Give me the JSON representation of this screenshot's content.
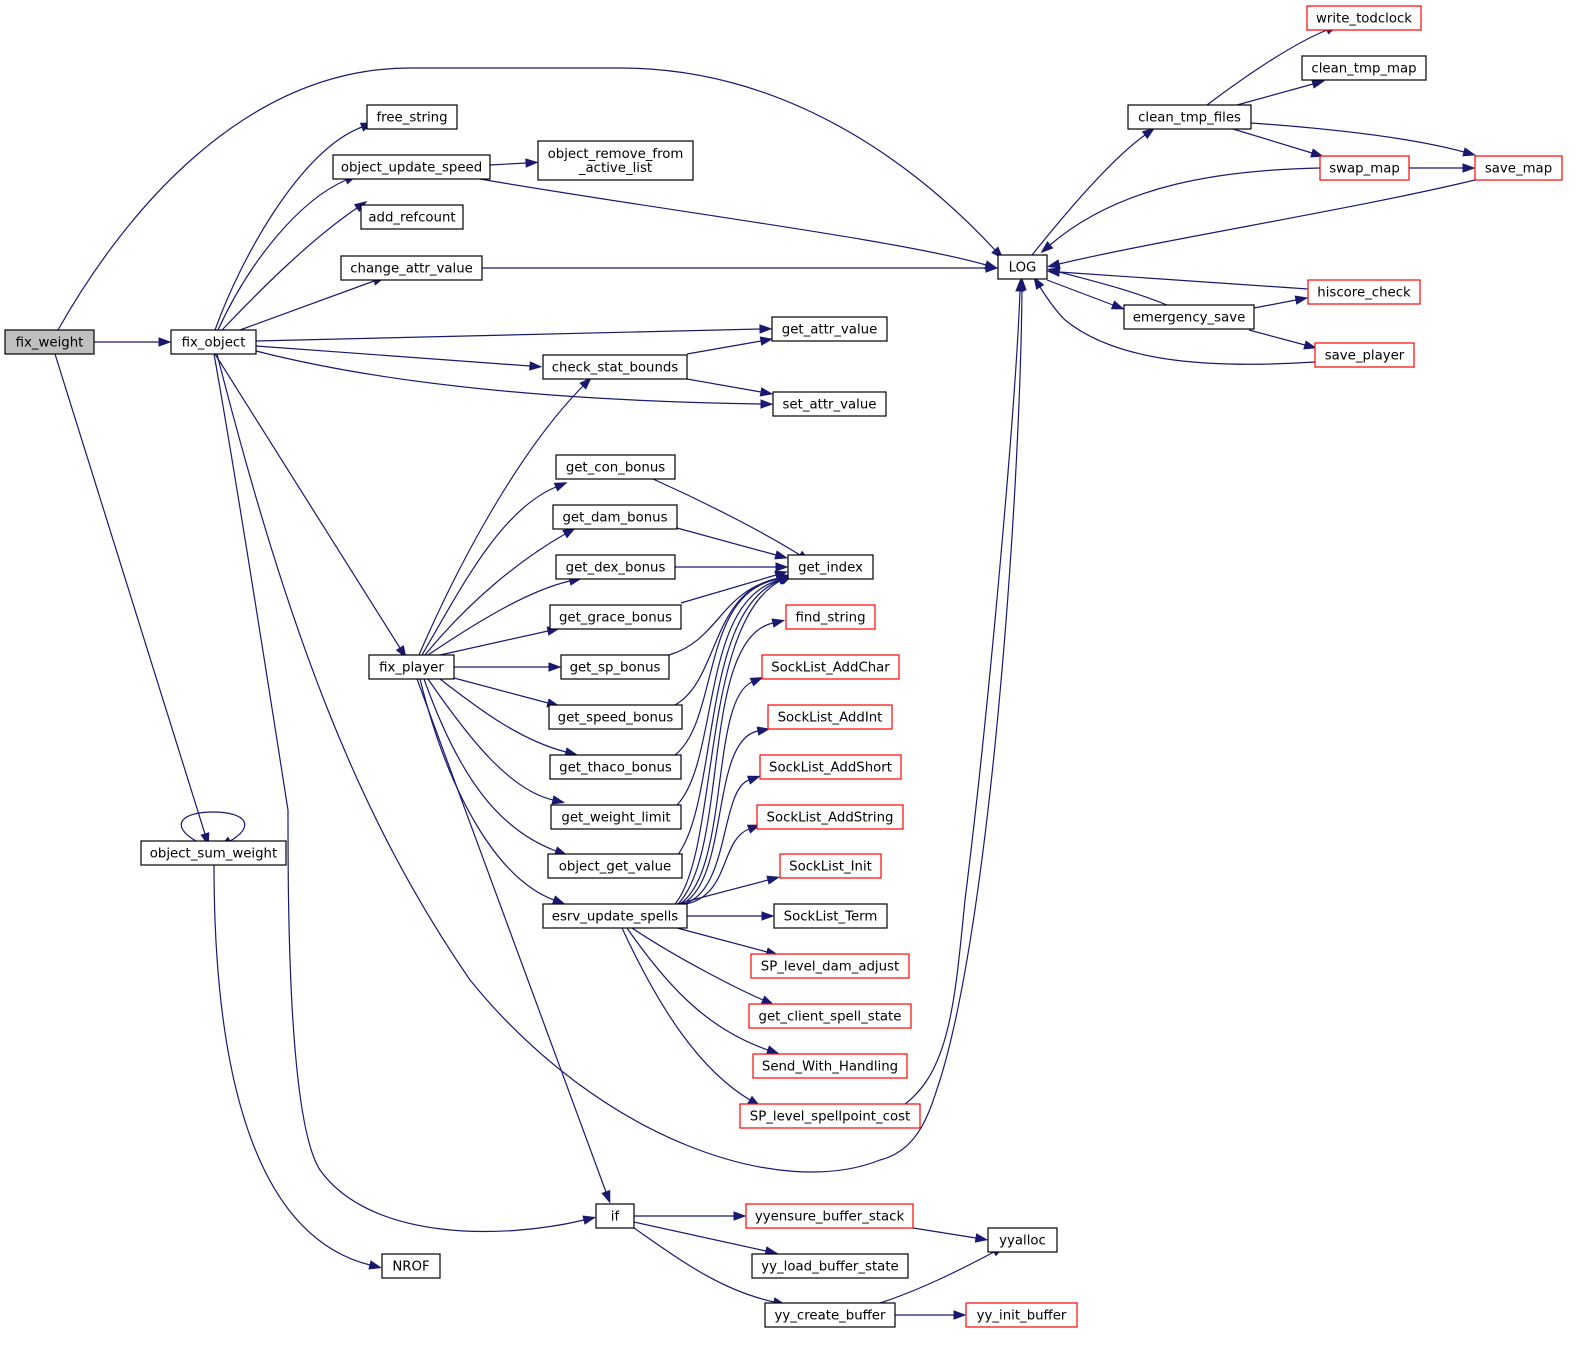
{
  "colors": {
    "edge": "#191970",
    "node_border": "#000000",
    "node_border_undocumented": "#ff0000",
    "node_fill": "#ffffff",
    "root_fill": "#bfbfbf"
  },
  "nodes": [
    {
      "id": "fix_weight",
      "lines": [
        "fix_weight"
      ],
      "style": "root"
    },
    {
      "id": "fix_object",
      "lines": [
        "fix_object"
      ],
      "style": "normal"
    },
    {
      "id": "object_sum_weight",
      "lines": [
        "object_sum_weight"
      ],
      "style": "normal"
    },
    {
      "id": "LOG",
      "lines": [
        "LOG"
      ],
      "style": "normal"
    },
    {
      "id": "free_string",
      "lines": [
        "free_string"
      ],
      "style": "normal"
    },
    {
      "id": "object_update_speed",
      "lines": [
        "object_update_speed"
      ],
      "style": "normal"
    },
    {
      "id": "object_remove_from_active_list",
      "lines": [
        "object_remove_from",
        "_active_list"
      ],
      "style": "normal"
    },
    {
      "id": "add_refcount",
      "lines": [
        "add_refcount"
      ],
      "style": "normal"
    },
    {
      "id": "change_attr_value",
      "lines": [
        "change_attr_value"
      ],
      "style": "normal"
    },
    {
      "id": "get_attr_value",
      "lines": [
        "get_attr_value"
      ],
      "style": "normal"
    },
    {
      "id": "check_stat_bounds",
      "lines": [
        "check_stat_bounds"
      ],
      "style": "normal"
    },
    {
      "id": "set_attr_value",
      "lines": [
        "set_attr_value"
      ],
      "style": "normal"
    },
    {
      "id": "fix_player",
      "lines": [
        "fix_player"
      ],
      "style": "normal"
    },
    {
      "id": "get_con_bonus",
      "lines": [
        "get_con_bonus"
      ],
      "style": "normal"
    },
    {
      "id": "get_dam_bonus",
      "lines": [
        "get_dam_bonus"
      ],
      "style": "normal"
    },
    {
      "id": "get_dex_bonus",
      "lines": [
        "get_dex_bonus"
      ],
      "style": "normal"
    },
    {
      "id": "get_grace_bonus",
      "lines": [
        "get_grace_bonus"
      ],
      "style": "normal"
    },
    {
      "id": "get_sp_bonus",
      "lines": [
        "get_sp_bonus"
      ],
      "style": "normal"
    },
    {
      "id": "get_speed_bonus",
      "lines": [
        "get_speed_bonus"
      ],
      "style": "normal"
    },
    {
      "id": "get_thaco_bonus",
      "lines": [
        "get_thaco_bonus"
      ],
      "style": "normal"
    },
    {
      "id": "get_weight_limit",
      "lines": [
        "get_weight_limit"
      ],
      "style": "normal"
    },
    {
      "id": "object_get_value",
      "lines": [
        "object_get_value"
      ],
      "style": "normal"
    },
    {
      "id": "esrv_update_spells",
      "lines": [
        "esrv_update_spells"
      ],
      "style": "normal"
    },
    {
      "id": "get_index",
      "lines": [
        "get_index"
      ],
      "style": "normal"
    },
    {
      "id": "find_string",
      "lines": [
        "find_string"
      ],
      "style": "red"
    },
    {
      "id": "SockList_AddChar",
      "lines": [
        "SockList_AddChar"
      ],
      "style": "red"
    },
    {
      "id": "SockList_AddInt",
      "lines": [
        "SockList_AddInt"
      ],
      "style": "red"
    },
    {
      "id": "SockList_AddShort",
      "lines": [
        "SockList_AddShort"
      ],
      "style": "red"
    },
    {
      "id": "SockList_AddString",
      "lines": [
        "SockList_AddString"
      ],
      "style": "red"
    },
    {
      "id": "SockList_Init",
      "lines": [
        "SockList_Init"
      ],
      "style": "red"
    },
    {
      "id": "SockList_Term",
      "lines": [
        "SockList_Term"
      ],
      "style": "normal"
    },
    {
      "id": "SP_level_dam_adjust",
      "lines": [
        "SP_level_dam_adjust"
      ],
      "style": "red"
    },
    {
      "id": "get_client_spell_state",
      "lines": [
        "get_client_spell_state"
      ],
      "style": "red"
    },
    {
      "id": "Send_With_Handling",
      "lines": [
        "Send_With_Handling"
      ],
      "style": "red"
    },
    {
      "id": "SP_level_spellpoint_cost",
      "lines": [
        "SP_level_spellpoint_cost"
      ],
      "style": "red"
    },
    {
      "id": "if",
      "lines": [
        "if"
      ],
      "style": "normal"
    },
    {
      "id": "yyensure_buffer_stack",
      "lines": [
        "yyensure_buffer_stack"
      ],
      "style": "red"
    },
    {
      "id": "yy_load_buffer_state",
      "lines": [
        "yy_load_buffer_state"
      ],
      "style": "normal"
    },
    {
      "id": "yy_create_buffer",
      "lines": [
        "yy_create_buffer"
      ],
      "style": "normal"
    },
    {
      "id": "yyalloc",
      "lines": [
        "yyalloc"
      ],
      "style": "normal"
    },
    {
      "id": "yy_init_buffer",
      "lines": [
        "yy_init_buffer"
      ],
      "style": "red"
    },
    {
      "id": "NROF",
      "lines": [
        "NROF"
      ],
      "style": "normal"
    },
    {
      "id": "clean_tmp_files",
      "lines": [
        "clean_tmp_files"
      ],
      "style": "normal"
    },
    {
      "id": "write_todclock",
      "lines": [
        "write_todclock"
      ],
      "style": "red"
    },
    {
      "id": "clean_tmp_map",
      "lines": [
        "clean_tmp_map"
      ],
      "style": "normal"
    },
    {
      "id": "swap_map",
      "lines": [
        "swap_map"
      ],
      "style": "red"
    },
    {
      "id": "save_map",
      "lines": [
        "save_map"
      ],
      "style": "red"
    },
    {
      "id": "emergency_save",
      "lines": [
        "emergency_save"
      ],
      "style": "normal"
    },
    {
      "id": "hiscore_check",
      "lines": [
        "hiscore_check"
      ],
      "style": "red"
    },
    {
      "id": "save_player",
      "lines": [
        "save_player"
      ],
      "style": "red"
    }
  ],
  "edges": [
    [
      "fix_weight",
      "fix_object"
    ],
    [
      "fix_weight",
      "LOG"
    ],
    [
      "fix_weight",
      "object_sum_weight"
    ],
    [
      "object_sum_weight",
      "object_sum_weight"
    ],
    [
      "object_sum_weight",
      "NROF"
    ],
    [
      "fix_object",
      "free_string"
    ],
    [
      "fix_object",
      "object_update_speed"
    ],
    [
      "fix_object",
      "add_refcount"
    ],
    [
      "fix_object",
      "change_attr_value"
    ],
    [
      "fix_object",
      "get_attr_value"
    ],
    [
      "fix_object",
      "check_stat_bounds"
    ],
    [
      "fix_object",
      "set_attr_value"
    ],
    [
      "fix_object",
      "fix_player"
    ],
    [
      "fix_object",
      "LOG"
    ],
    [
      "fix_object",
      "if"
    ],
    [
      "object_update_speed",
      "object_remove_from_active_list"
    ],
    [
      "object_update_speed",
      "LOG"
    ],
    [
      "change_attr_value",
      "LOG"
    ],
    [
      "check_stat_bounds",
      "get_attr_value"
    ],
    [
      "check_stat_bounds",
      "set_attr_value"
    ],
    [
      "fix_player",
      "check_stat_bounds"
    ],
    [
      "fix_player",
      "get_con_bonus"
    ],
    [
      "fix_player",
      "get_dam_bonus"
    ],
    [
      "fix_player",
      "get_dex_bonus"
    ],
    [
      "fix_player",
      "get_grace_bonus"
    ],
    [
      "fix_player",
      "get_sp_bonus"
    ],
    [
      "fix_player",
      "get_speed_bonus"
    ],
    [
      "fix_player",
      "get_thaco_bonus"
    ],
    [
      "fix_player",
      "get_weight_limit"
    ],
    [
      "fix_player",
      "object_get_value"
    ],
    [
      "fix_player",
      "esrv_update_spells"
    ],
    [
      "fix_player",
      "if"
    ],
    [
      "get_con_bonus",
      "get_index"
    ],
    [
      "get_dam_bonus",
      "get_index"
    ],
    [
      "get_dex_bonus",
      "get_index"
    ],
    [
      "get_grace_bonus",
      "get_index"
    ],
    [
      "get_sp_bonus",
      "get_index"
    ],
    [
      "get_speed_bonus",
      "get_index"
    ],
    [
      "get_thaco_bonus",
      "get_index"
    ],
    [
      "get_weight_limit",
      "get_index"
    ],
    [
      "object_get_value",
      "get_index"
    ],
    [
      "esrv_update_spells",
      "get_index"
    ],
    [
      "esrv_update_spells",
      "find_string"
    ],
    [
      "esrv_update_spells",
      "SockList_AddChar"
    ],
    [
      "esrv_update_spells",
      "SockList_AddInt"
    ],
    [
      "esrv_update_spells",
      "SockList_AddShort"
    ],
    [
      "esrv_update_spells",
      "SockList_AddString"
    ],
    [
      "esrv_update_spells",
      "SockList_Init"
    ],
    [
      "esrv_update_spells",
      "SockList_Term"
    ],
    [
      "esrv_update_spells",
      "SP_level_dam_adjust"
    ],
    [
      "esrv_update_spells",
      "get_client_spell_state"
    ],
    [
      "esrv_update_spells",
      "Send_With_Handling"
    ],
    [
      "esrv_update_spells",
      "SP_level_spellpoint_cost"
    ],
    [
      "SP_level_spellpoint_cost",
      "LOG"
    ],
    [
      "if",
      "yyensure_buffer_stack"
    ],
    [
      "if",
      "yy_load_buffer_state"
    ],
    [
      "if",
      "yy_create_buffer"
    ],
    [
      "yyensure_buffer_stack",
      "yyalloc"
    ],
    [
      "yy_create_buffer",
      "yyalloc"
    ],
    [
      "yy_create_buffer",
      "yy_init_buffer"
    ],
    [
      "LOG",
      "clean_tmp_files"
    ],
    [
      "LOG",
      "emergency_save"
    ],
    [
      "clean_tmp_files",
      "write_todclock"
    ],
    [
      "clean_tmp_files",
      "clean_tmp_map"
    ],
    [
      "clean_tmp_files",
      "swap_map"
    ],
    [
      "clean_tmp_files",
      "save_map"
    ],
    [
      "swap_map",
      "save_map"
    ],
    [
      "swap_map",
      "LOG"
    ],
    [
      "save_map",
      "LOG"
    ],
    [
      "emergency_save",
      "hiscore_check"
    ],
    [
      "emergency_save",
      "save_player"
    ],
    [
      "emergency_save",
      "LOG"
    ],
    [
      "hiscore_check",
      "LOG"
    ],
    [
      "save_player",
      "LOG"
    ]
  ]
}
